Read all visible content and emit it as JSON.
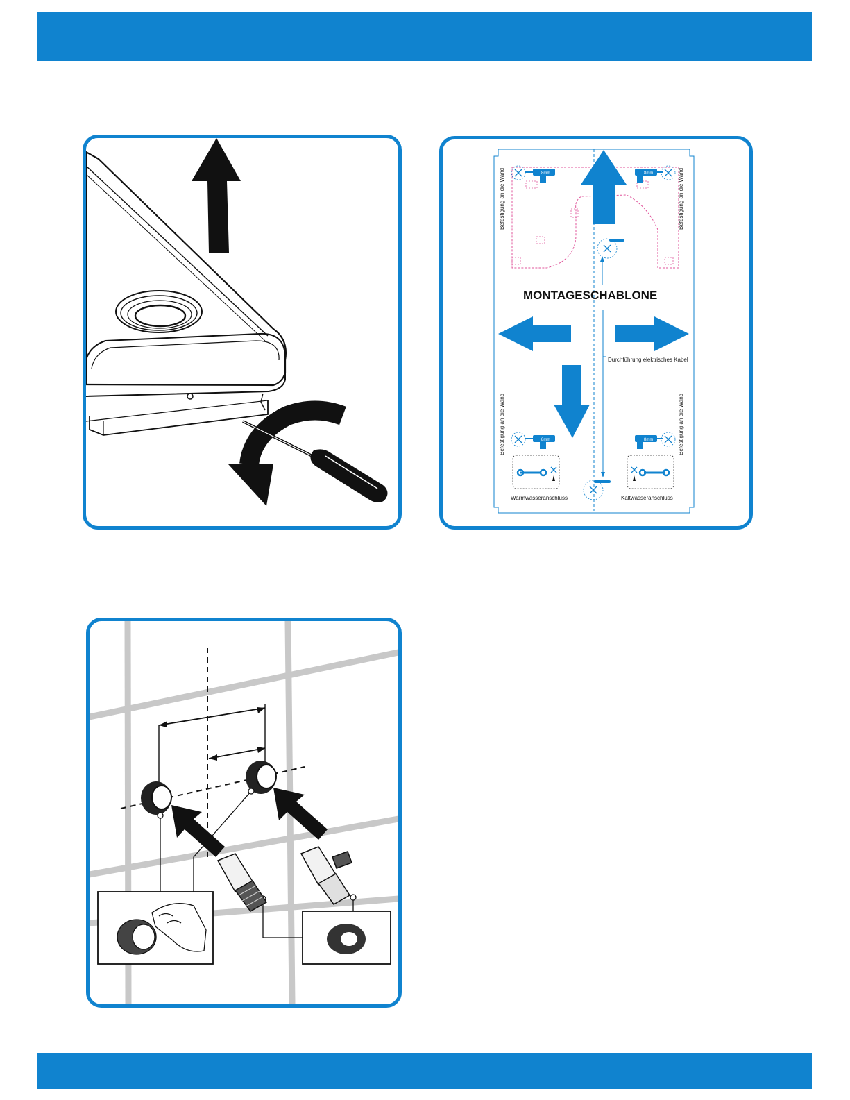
{
  "template": {
    "title": "MONTAGESCHABLONE",
    "wall_fixing_label": "Befestigung an die Wand",
    "cable_label": "Durchführung elektrisches Kabel",
    "hot_water_label": "Warmwasseranschluss",
    "cold_water_label": "Kaltwasseranschluss",
    "drill_size": "8mm"
  },
  "colors": {
    "accent": "#1083cf",
    "template_outline": "#e0559b",
    "ink": "#1a1a1a"
  },
  "icons": [
    "arrow-up-icon",
    "rotate-arrow-icon",
    "screwdriver-icon",
    "drill-icon",
    "wrench-icon",
    "drill-hole-mark-icon",
    "seal-ring-icon",
    "tape-hand-icon"
  ]
}
